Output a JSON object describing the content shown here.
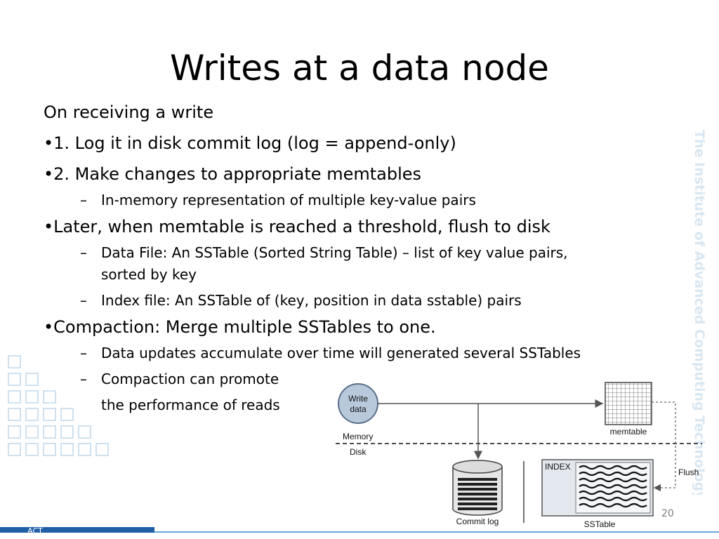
{
  "slide": {
    "title": "Writes at a data node",
    "intro": "On receiving a write",
    "bullet1": "•1. Log it in disk commit log (log = append-only)",
    "bullet2": "•2. Make changes to appropriate memtables",
    "bullet2_sub1": "In-memory representation of multiple key-value pairs",
    "bullet3": "•Later, when memtable is reached a threshold, flush to disk",
    "bullet3_sub1_line1": "Data File: An SSTable (Sorted String Table) – list of key value pairs,",
    "bullet3_sub1_line2": "sorted by key",
    "bullet3_sub2": "Index file: An SSTable of (key, position in data sstable) pairs",
    "bullet4": "•Compaction: Merge multiple SSTables to one.",
    "bullet4_sub1": "Data updates accumulate over time will generated several SSTables",
    "bullet4_sub2_line1": "Compaction can promote",
    "bullet4_sub2_line2": "the performance of reads",
    "dash": "–",
    "page_number": "20",
    "watermark": "The Institute of Advanced Computing Technology",
    "logo_text": "ACT"
  },
  "diagram": {
    "write_data_line1": "Write",
    "write_data_line2": "data",
    "memory_label": "Memory",
    "disk_label": "Disk",
    "memtable_label": "memtable",
    "commit_log_label": "Commit log",
    "index_label": "INDEX",
    "sstable_label": "SSTable",
    "flush_label": "Flush"
  },
  "colors": {
    "accent_dark": "#1f5fa8",
    "accent_light": "#6aa7dc",
    "watermark": "#d6e6f3",
    "circle_fill": "#b9c9dc"
  }
}
